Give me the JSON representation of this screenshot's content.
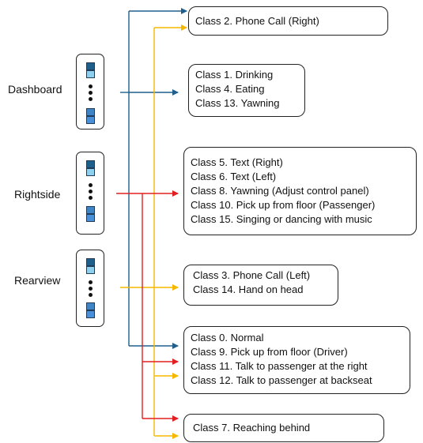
{
  "views": [
    {
      "id": "dashboard",
      "label": "Dashboard"
    },
    {
      "id": "rightside",
      "label": "Rightside"
    },
    {
      "id": "rearview",
      "label": "Rearview"
    }
  ],
  "groups": [
    {
      "id": "g1",
      "items": [
        "Class 2. Phone Call (Right)"
      ]
    },
    {
      "id": "g2",
      "items": [
        "Class 1. Drinking",
        "Class 4. Eating",
        "Class 13. Yawning"
      ]
    },
    {
      "id": "g3",
      "items": [
        "Class 5. Text (Right)",
        "Class 6. Text (Left)",
        "Class 8. Yawning (Adjust control panel)",
        "Class 10. Pick up from floor (Passenger)",
        "Class 15. Singing  or dancing with music"
      ]
    },
    {
      "id": "g4",
      "items": [
        "Class 3. Phone Call (Left)",
        "Class 14. Hand on head"
      ]
    },
    {
      "id": "g5",
      "items": [
        "Class 0. Normal",
        "Class 9. Pick up from floor (Driver)",
        "Class 11. Talk to passenger at the right",
        "Class 12. Talk to passenger at backseat"
      ]
    },
    {
      "id": "g6",
      "items": [
        "Class 7. Reaching behind"
      ]
    }
  ],
  "colors": {
    "dashboard_arrow": "#1f5f8b",
    "rightside_arrow": "#e02020",
    "rearview_arrow": "#f5b800"
  }
}
